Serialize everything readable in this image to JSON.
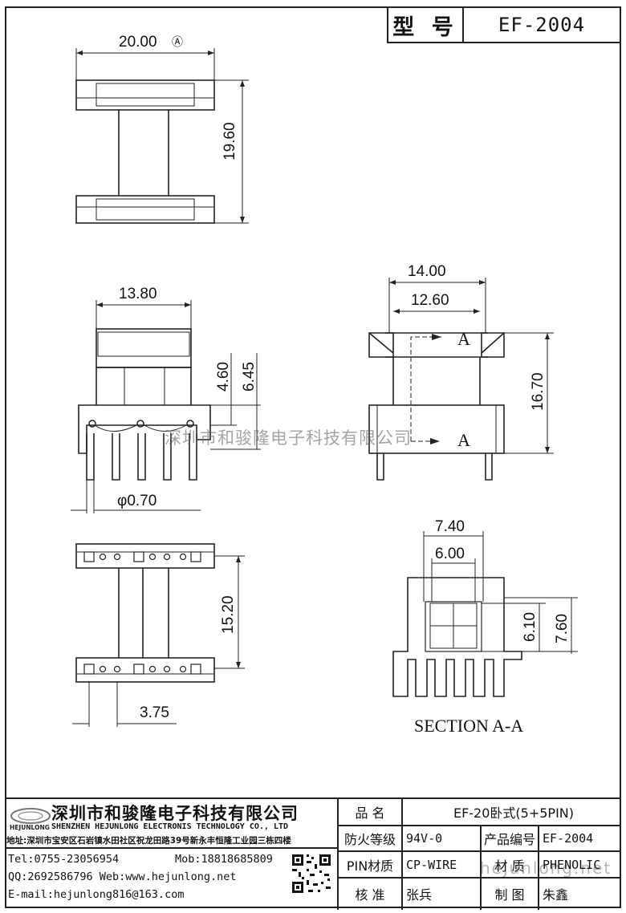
{
  "header": {
    "model_label": "型 号",
    "model_value": "EF-2004"
  },
  "dimensions": {
    "A": "20.00",
    "B": "19.60",
    "C": "13.80",
    "D": "4.60",
    "E": "6.45",
    "F": "14.00",
    "G": "12.60",
    "H": "16.70",
    "I": "φ0.70",
    "J": "15.20",
    "K": "3.75",
    "L": "7.40",
    "M": "6.00",
    "N": "6.10",
    "O": "7.60"
  },
  "section_markers": {
    "arrow_label": "A",
    "section_title": "SECTION A-A"
  },
  "watermark": {
    "main": "深圳市和骏隆电子科技有限公司",
    "url": "hejunlong.net"
  },
  "company": {
    "logo_text": "HEJUNLONG",
    "name_cn": "深圳市和骏隆电子科技有限公司",
    "name_en": "SHENZHEN HEJUNLONG ELECTRONIS TECHNOLOGY CO., LTD",
    "address": "地址:深圳市宝安区石岩镇水田社区祝龙田路39号新永丰恒隆工业园三栋四楼",
    "tel": "Tel:0755-23056954",
    "mob": "Mob:18818685809",
    "qq_web": "QQ:2692586796 Web:www.hejunlong.net",
    "email": "E-mail:hejunlong816@163.com"
  },
  "spec_table": {
    "product_name_label": "品 名",
    "product_name": "EF-20卧式(5+5PIN)",
    "fire_rating_label": "防火等级",
    "fire_rating": "94V-0",
    "product_code_label": "产品编号",
    "product_code": "EF-2004",
    "pin_material_label": "PIN材质",
    "pin_material": "CP-WIRE",
    "material_label": "材 质",
    "material": "PHENOLIC",
    "checker_label": "核 准",
    "checker": "张兵",
    "drafter_label": "制 图",
    "drafter": "朱鑫"
  }
}
